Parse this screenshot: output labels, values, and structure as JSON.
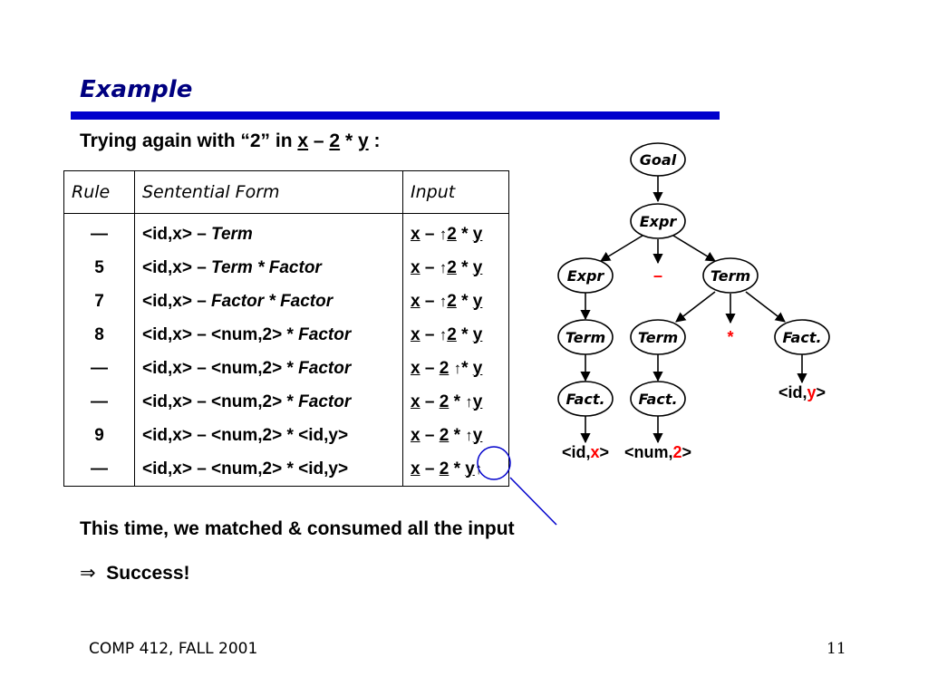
{
  "slide": {
    "title": "Example",
    "subtitle_prefix": "Trying again with “2” in ",
    "subtitle_expr": [
      "x",
      " – ",
      "2",
      " * ",
      "y",
      " :"
    ],
    "conclusion": "This time, we matched & consumed all the input",
    "success_symbol": "⇒",
    "success_text": "Success!",
    "footer_left": "COMP 412, FALL 2001",
    "page_number": "11"
  },
  "table": {
    "headers": [
      "Rule",
      "Sentential Form",
      "Input"
    ],
    "rows": [
      {
        "rule": "—",
        "form_plain": "<id,x> – ",
        "form_italic": "Term",
        "form_rest": "",
        "input": "x – ↑2 * y"
      },
      {
        "rule": "5",
        "form_plain": "<id,x> – ",
        "form_italic": "Term * Factor",
        "form_rest": "",
        "input": "x – ↑2 * y"
      },
      {
        "rule": "7",
        "form_plain": "<id,x> – ",
        "form_italic": "Factor * Factor",
        "form_rest": "",
        "input": "x – ↑2 * y"
      },
      {
        "rule": "8",
        "form_plain": "<id,x> – <num,2> * ",
        "form_italic": "Factor",
        "form_rest": "",
        "input": "x – ↑2 * y"
      },
      {
        "rule": "—",
        "form_plain": "<id,x> – <num,2> * ",
        "form_italic": "Factor",
        "form_rest": "",
        "input": "x – 2 ↑* y"
      },
      {
        "rule": "—",
        "form_plain": "<id,x> – <num,2> * ",
        "form_italic": "Factor",
        "form_rest": "",
        "input": "x – 2 * ↑y"
      },
      {
        "rule": "9",
        "form_plain": "<id,x> – <num,2> * <id,y>",
        "form_italic": "",
        "form_rest": "",
        "input": "x – 2 * ↑y"
      },
      {
        "rule": "—",
        "form_plain": "<id,x> – <num,2> * <id,y>",
        "form_italic": "",
        "form_rest": "",
        "input": "x – 2 * y↑"
      }
    ]
  },
  "tree": {
    "nodes": {
      "goal": "Goal",
      "expr_top": "Expr",
      "expr_left": "Expr",
      "minus": "–",
      "term_right": "Term",
      "term_ll": "Term",
      "term_mid": "Term",
      "star": "*",
      "fact_right": "Fact.",
      "fact_ll": "Fact.",
      "fact_mid": "Fact."
    },
    "leaves": {
      "idx_prefix": "<id,",
      "idx_var": "x",
      "idx_suffix": ">",
      "num_prefix": "<num,",
      "num_val": "2",
      "num_suffix": ">",
      "idy_prefix": "<id,",
      "idy_var": "y",
      "idy_suffix": ">"
    },
    "highlight_color": "#ff0000",
    "callout_color": "#0000cc"
  },
  "colors": {
    "title_rule": "#0000cc",
    "title_text": "#000080"
  }
}
